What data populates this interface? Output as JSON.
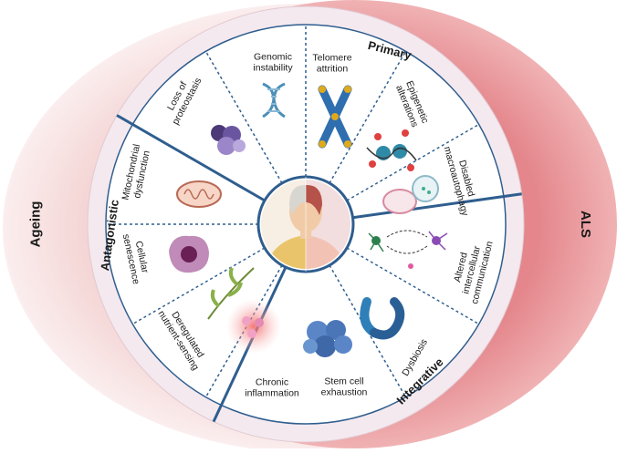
{
  "outer": {
    "left_label": "Ageing",
    "right_label": "ALS"
  },
  "groups": {
    "primary": "Primary",
    "antagonistic": "Antagonistic",
    "integrative": "Integrative"
  },
  "hallmarks": [
    {
      "key": "genomic",
      "lines": [
        "Genomic",
        "instability"
      ]
    },
    {
      "key": "telomere",
      "lines": [
        "Telomere",
        "attrition"
      ]
    },
    {
      "key": "epigenetic",
      "lines": [
        "Epigenetic",
        "alterations"
      ]
    },
    {
      "key": "macroautophagy",
      "lines": [
        "Disabled",
        "macroautophagy"
      ]
    },
    {
      "key": "intercellular",
      "lines": [
        "Altered",
        "intercellular",
        "communication"
      ]
    },
    {
      "key": "dysbiosis",
      "lines": [
        "Dysbiosis"
      ]
    },
    {
      "key": "stemcell",
      "lines": [
        "Stem cell",
        "exhaustion"
      ]
    },
    {
      "key": "inflammation",
      "lines": [
        "Chronic",
        "inflammation"
      ]
    },
    {
      "key": "nutrient",
      "lines": [
        "Deregulated",
        "nutrient-sensing"
      ]
    },
    {
      "key": "senescence",
      "lines": [
        "Cellular",
        "senescence"
      ]
    },
    {
      "key": "mitochondrial",
      "lines": [
        "Mitochondrial",
        "dysfunction"
      ]
    },
    {
      "key": "proteostasis",
      "lines": [
        "Loss of",
        "proteostasis"
      ]
    }
  ],
  "colors": {
    "ageing": "#f6dcdc",
    "als": "#e88f93",
    "band": "#f3e8ef",
    "ring_fill": "#ffffff",
    "line": "#2f5e8e",
    "text": "#1a1a1a"
  }
}
